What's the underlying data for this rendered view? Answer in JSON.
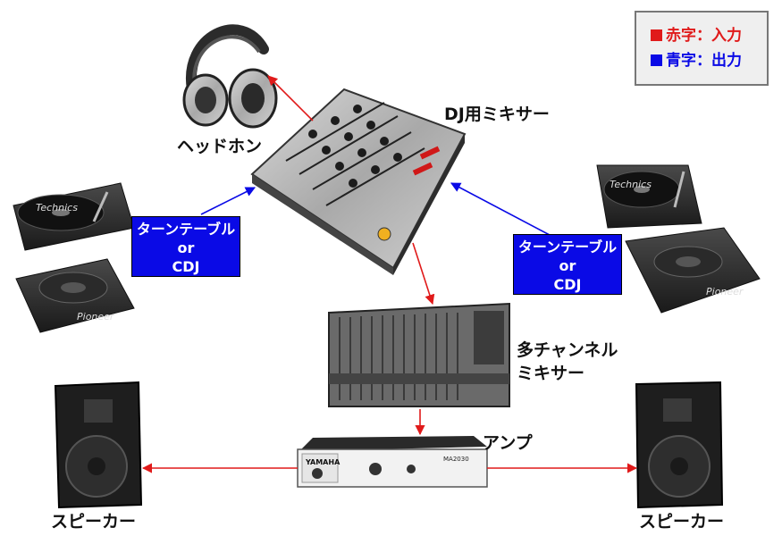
{
  "colors": {
    "input": "#e01a1a",
    "output": "#0a0ae6",
    "box": "#0a0ae6"
  },
  "legend": {
    "input_text": "赤字：入力",
    "output_text": "青字：出力"
  },
  "labels": {
    "headphones": "ヘッドホン",
    "dj_mixer": "DJ用ミキサー",
    "multichannel_mixer_line1": "多チャンネル",
    "multichannel_mixer_line2": "ミキサー",
    "amp": "アンプ",
    "speaker_left": "スピーカー",
    "speaker_right": "スピーカー"
  },
  "source_box_left": {
    "line1": "ターンテーブル",
    "line2": "or",
    "line3": "CDJ"
  },
  "source_box_right": {
    "line1": "ターンテーブル",
    "line2": "or",
    "line3": "CDJ"
  },
  "devices": {
    "turntable_brand": "Technics",
    "cdj_brand": "Pioneer",
    "amp_brand": "YAMAHA",
    "amp_model": "MA2030"
  }
}
